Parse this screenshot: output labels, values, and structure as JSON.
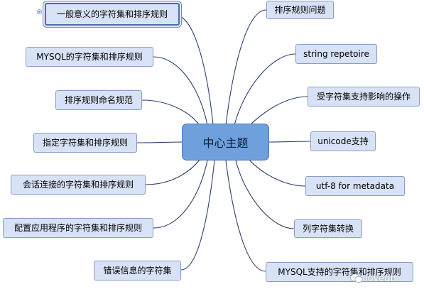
{
  "colors": {
    "center_fill": "#6fa0dc",
    "node_fill": "#d8e2f6",
    "node_border": "#8a9cc2",
    "edge": "#2b3f6e",
    "selected_border": "#4a6fae"
  },
  "center": {
    "label": "中心主题"
  },
  "left_nodes": [
    {
      "label": "一般意义的字符集和排序规则",
      "selected": true
    },
    {
      "label": "MYSQL的字符集和排序规则"
    },
    {
      "label": "排序规则命名规范"
    },
    {
      "label": "指定字符集和排序规则"
    },
    {
      "label": "会话连接的字符集和排序规则"
    },
    {
      "label": "配置应用程序的字符集和排序规则"
    },
    {
      "label": "错误信息的字符集"
    }
  ],
  "right_nodes": [
    {
      "label": "排序规则问题"
    },
    {
      "label": "string repetoire"
    },
    {
      "label": "受字符集支持影响的操作"
    },
    {
      "label": "unicode支持"
    },
    {
      "label": "utf-8 for metadata"
    },
    {
      "label": "列字符集转换"
    },
    {
      "label": "MYSQL支持的字符集和排序规则"
    }
  ],
  "watermark": {
    "text": "lovedb",
    "icon": "wechat-icon"
  }
}
